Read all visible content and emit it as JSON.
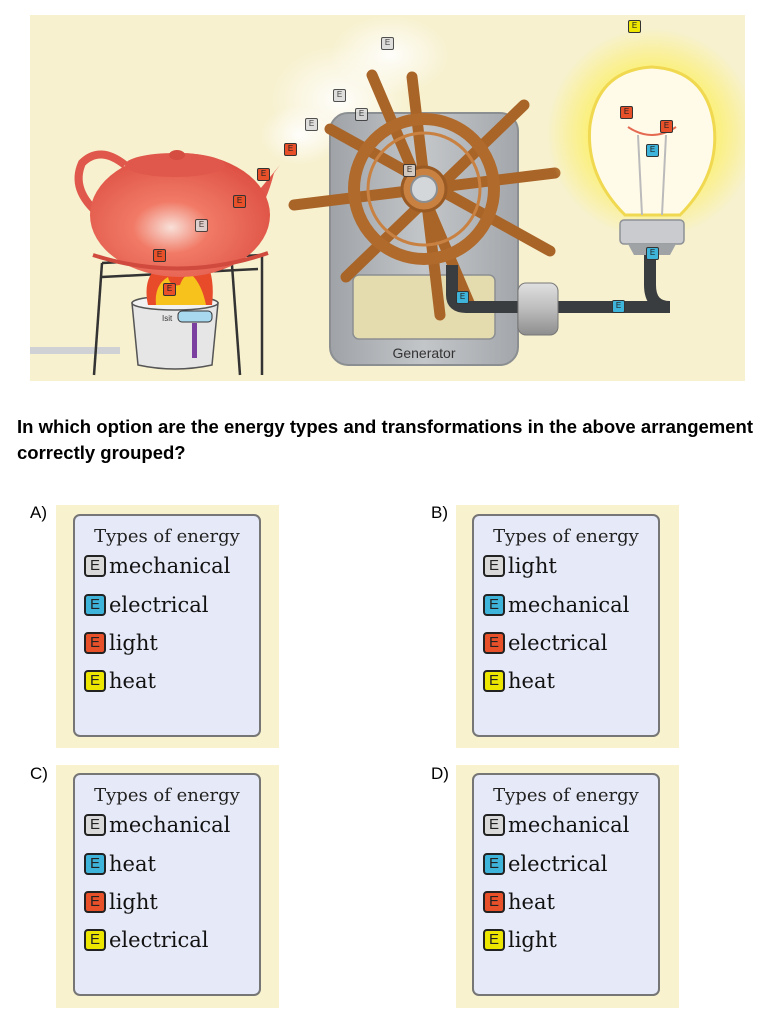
{
  "scene": {
    "generator_label": "Generator",
    "burner_label": "Isit",
    "energy_token_letter": "E"
  },
  "question": "In which option are the energy types and transformations in the above arrangement correctly grouped?",
  "badge_colors": {
    "gray": "#d9d9d9",
    "blue": "#3fb4db",
    "red": "#e8502a",
    "yellow": "#ece600"
  },
  "options": [
    {
      "letter": "A)",
      "title": "Types of energy",
      "items": [
        {
          "badge": "E",
          "color": "gray",
          "label": "mechanical"
        },
        {
          "badge": "E",
          "color": "blue",
          "label": "electrical"
        },
        {
          "badge": "E",
          "color": "red",
          "label": "light"
        },
        {
          "badge": "E",
          "color": "yellow",
          "label": "heat"
        }
      ]
    },
    {
      "letter": "B)",
      "title": "Types of energy",
      "items": [
        {
          "badge": "E",
          "color": "gray",
          "label": "light"
        },
        {
          "badge": "E",
          "color": "blue",
          "label": "mechanical"
        },
        {
          "badge": "E",
          "color": "red",
          "label": "electrical"
        },
        {
          "badge": "E",
          "color": "yellow",
          "label": "heat"
        }
      ]
    },
    {
      "letter": "C)",
      "title": "Types of energy",
      "items": [
        {
          "badge": "E",
          "color": "gray",
          "label": "mechanical"
        },
        {
          "badge": "E",
          "color": "blue",
          "label": "heat"
        },
        {
          "badge": "E",
          "color": "red",
          "label": "light"
        },
        {
          "badge": "E",
          "color": "yellow",
          "label": "electrical"
        }
      ]
    },
    {
      "letter": "D)",
      "title": "Types of energy",
      "items": [
        {
          "badge": "E",
          "color": "gray",
          "label": "mechanical"
        },
        {
          "badge": "E",
          "color": "blue",
          "label": "electrical"
        },
        {
          "badge": "E",
          "color": "red",
          "label": "heat"
        },
        {
          "badge": "E",
          "color": "yellow",
          "label": "light"
        }
      ]
    }
  ]
}
